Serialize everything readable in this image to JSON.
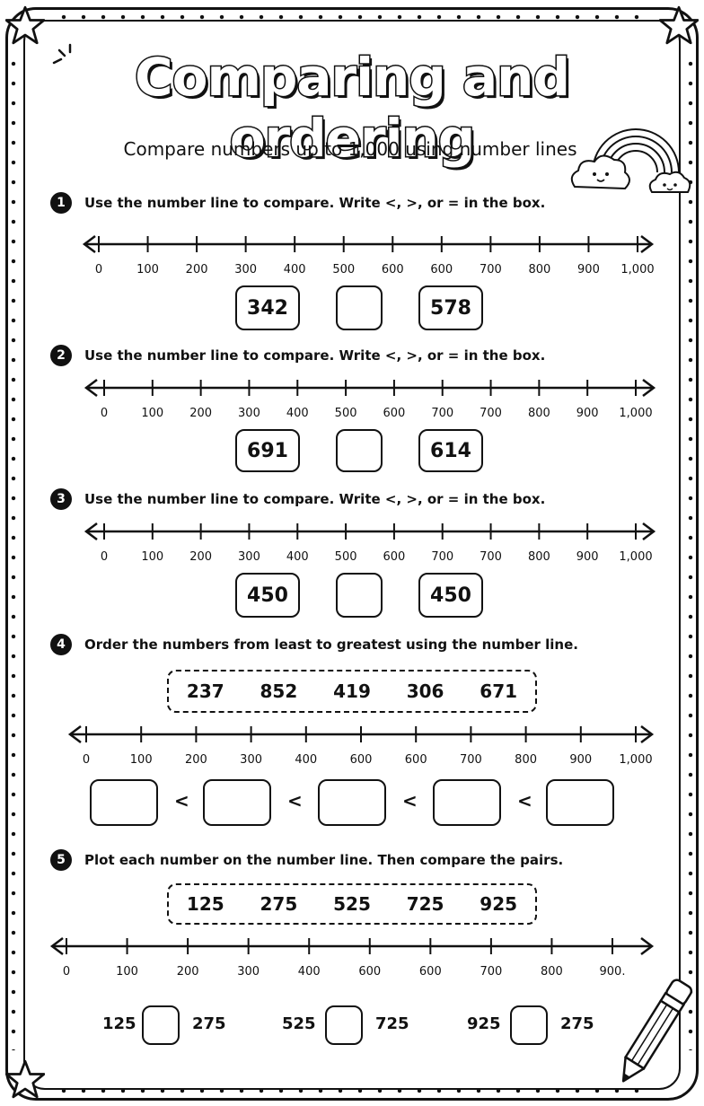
{
  "title": "Comparing and ordering",
  "subtitle": "Compare numbers up to 1,000 using number lines",
  "questions": [
    {
      "num": "1",
      "text": "Use the number line to compare. Write <, >, or = in the box.",
      "ticks": [
        "0",
        "100",
        "200",
        "300",
        "400",
        "500",
        "600",
        "600",
        "700",
        "800",
        "900",
        "1,000"
      ],
      "left": "342",
      "right": "578"
    },
    {
      "num": "2",
      "text": "Use the number line to compare. Write <, >, or = in the box.",
      "ticks": [
        "0",
        "100",
        "200",
        "300",
        "400",
        "500",
        "600",
        "700",
        "700",
        "800",
        "900",
        "1,000"
      ],
      "left": "691",
      "right": "614"
    },
    {
      "num": "3",
      "text": "Use the number line to compare. Write <, >, or = in the box.",
      "ticks": [
        "0",
        "100",
        "200",
        "300",
        "400",
        "500",
        "600",
        "700",
        "700",
        "800",
        "900",
        "1,000"
      ],
      "left": "450",
      "right": "450"
    },
    {
      "num": "4",
      "text": "Order the numbers from least to greatest using the number line.",
      "numbers": [
        "237",
        "852",
        "419",
        "306",
        "671"
      ],
      "ticks": [
        "0",
        "100",
        "200",
        "300",
        "400",
        "600",
        "600",
        "700",
        "800",
        "900",
        "1,000"
      ],
      "lt": [
        "<",
        "<",
        "<",
        "<"
      ]
    },
    {
      "num": "5",
      "text": "Plot each number on the number line. Then compare the pairs.",
      "numbers": [
        "125",
        "275",
        "525",
        "725",
        "925"
      ],
      "ticks": [
        "0",
        "100",
        "200",
        "300",
        "400",
        "600",
        "600",
        "700",
        "800",
        "900."
      ],
      "pairs": [
        [
          "125",
          "275"
        ],
        [
          "525",
          "725"
        ],
        [
          "925",
          "275"
        ]
      ]
    }
  ]
}
